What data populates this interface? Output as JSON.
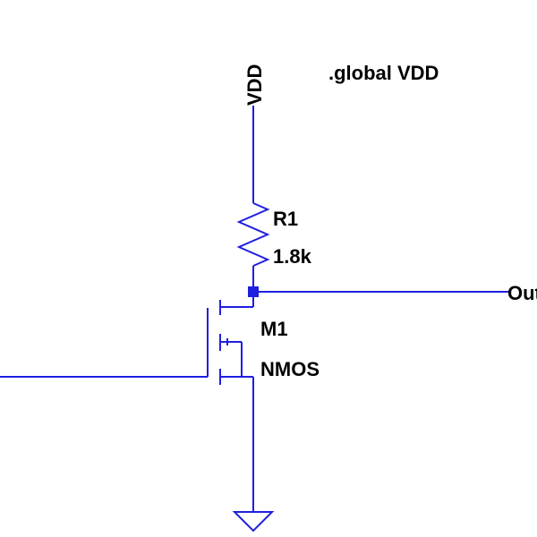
{
  "colors": {
    "wire": "#1f1fe0",
    "component": "#000000",
    "background": "#ffffff"
  },
  "labels": {
    "vdd": "VDD",
    "directive": ".global VDD",
    "r1_name": "R1",
    "r1_value": "1.8k",
    "m1_name": "M1",
    "m1_model": "NMOS",
    "out": "Out"
  }
}
